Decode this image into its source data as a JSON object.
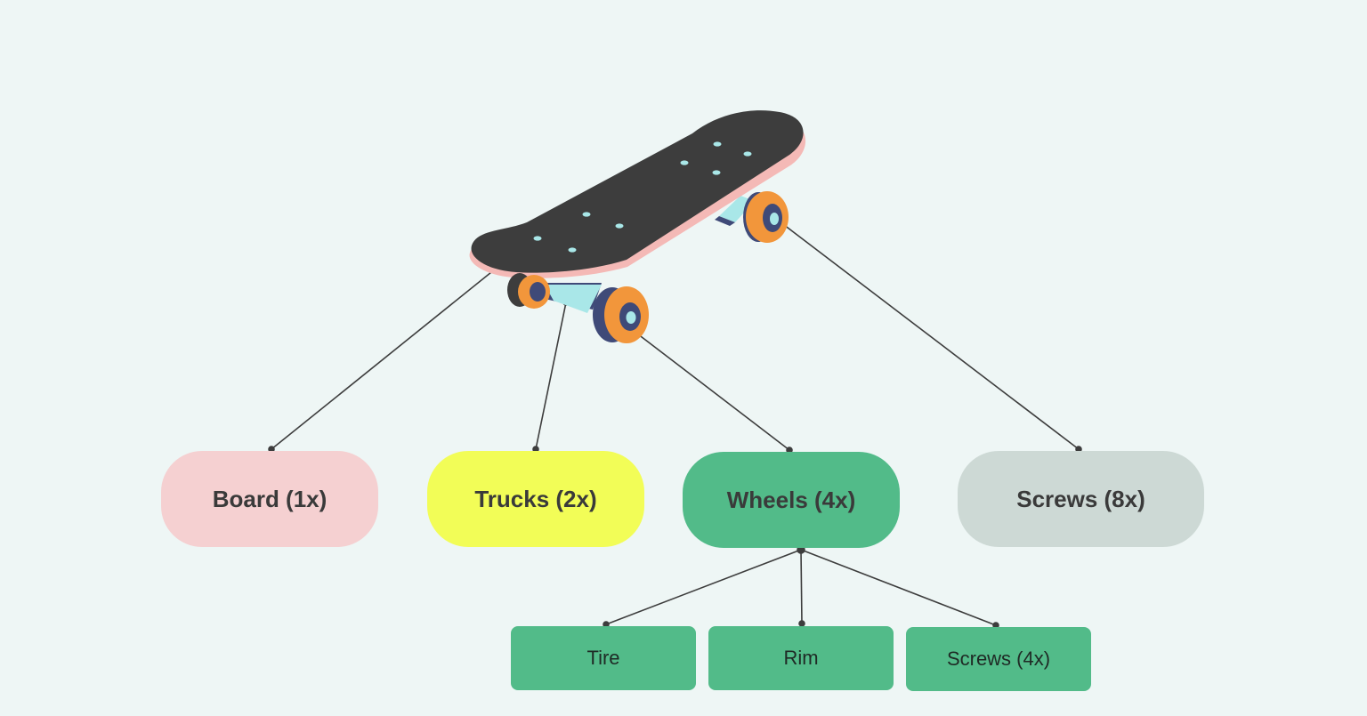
{
  "diagram": {
    "title": "",
    "subject_icon": "skateboard-icon",
    "components": [
      {
        "label": "Board (1x)",
        "color": "#f5d0d1"
      },
      {
        "label": "Trucks (2x)",
        "color": "#f2fd57"
      },
      {
        "label": "Wheels (4x)",
        "color": "#52bb89"
      },
      {
        "label": "Screws (8x)",
        "color": "#cdd9d5"
      }
    ],
    "wheel_parts": [
      {
        "label": "Tire",
        "color": "#52bb89"
      },
      {
        "label": "Rim",
        "color": "#52bb89"
      },
      {
        "label": "Screws (4x)",
        "color": "#52bb89"
      }
    ],
    "colors": {
      "background": "#eef6f5",
      "connector": "#3d3d3d",
      "deck": "#3d3d3d",
      "deck_edge": "#f4b9b6",
      "wheel": "#f2963b",
      "truck": "#a9e7e8"
    }
  }
}
